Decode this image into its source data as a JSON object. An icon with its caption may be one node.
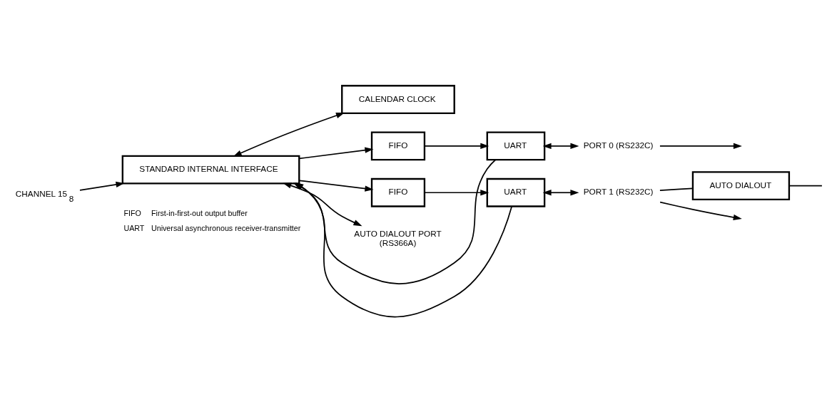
{
  "diagram": {
    "nodes": [
      {
        "text": [
          "CALENDAR CLOCK"
        ]
      },
      {
        "text": [
          "CHANNEL 15$_{8}$"
        ]
      },
      {
        "text": [
          "STANDARD INTERNAL INTERFACE"
        ]
      },
      {
        "text": [
          "FIFO"
        ]
      },
      {
        "text": [
          "UART"
        ]
      },
      {
        "text": [
          "PORT 0 (RS232C)"
        ]
      },
      {
        "text": [
          "FIFO"
        ]
      },
      {
        "text": [
          "UART"
        ]
      },
      {
        "text": [
          "PORT 1 (RS232C)"
        ]
      },
      {
        "text": [
          "AUTO DIALOUT"
        ]
      },
      {
        "text": [
          "AUTO DIALOUT PORT"
        ],
        "beside": [
          "(RS366A)"
        ]
      }
    ],
    "edges": [
      {
        "from": 0,
        "to": 2,
        "arrow": "both"
      },
      {
        "from": 1,
        "to": 2,
        "arrow": "to"
      },
      {
        "from": 2,
        "to": 3,
        "arrow": "to"
      },
      {
        "from": 2,
        "to": 6,
        "arrow": "to"
      },
      {
        "from": 3,
        "to": 4,
        "arrow": "to"
      },
      {
        "from": 6,
        "to": 7,
        "arrow": "to"
      },
      {
        "from": 4,
        "to": 2,
        "arrow": "to"
      },
      {
        "from": 7,
        "to": 2,
        "arrow": "to"
      },
      {
        "from": 4,
        "to": 5,
        "arrow": "both"
      },
      {
        "from": 5,
        "to": null,
        "arrow": "to"
      },
      {
        "from": 7,
        "to": 8,
        "arrow": "both"
      },
      {
        "from": 8,
        "to": null,
        "arrow": "to"
      },
      {
        "from": 8,
        "to": 9,
        "arrow": "none"
      },
      {
        "from": 9,
        "to": null,
        "arrow": "none"
      },
      {
        "from": 2,
        "to": 10,
        "arrow": "both"
      }
    ],
    "labels": [
      "FIFO",
      "First-in-first-out output buffer",
      "UART",
      "Universal asynchronous receiver-transmitter"
    ]
  }
}
